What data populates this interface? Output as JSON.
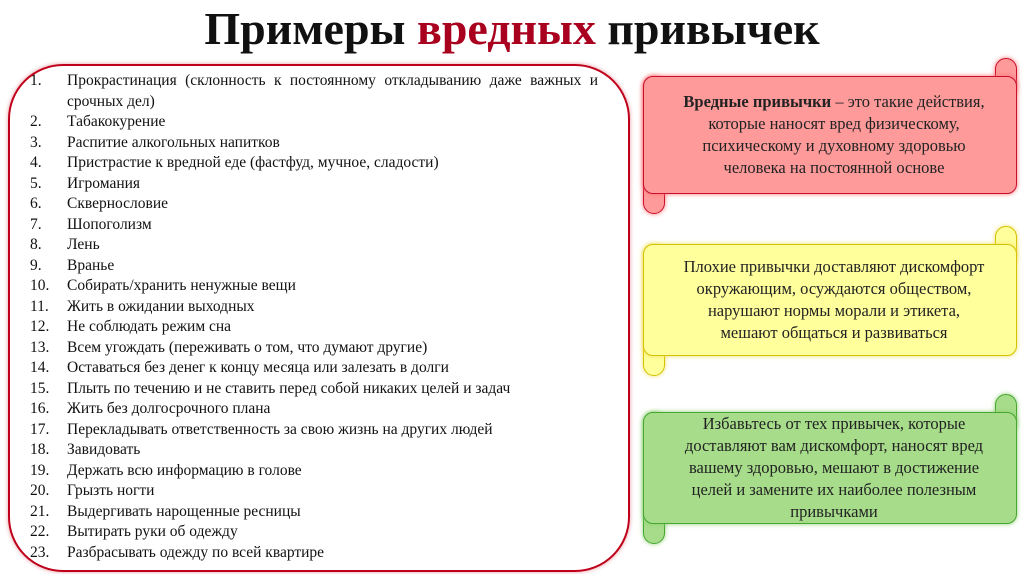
{
  "title": {
    "part1": "Примеры ",
    "accent": "вредных",
    "part2": " привычек"
  },
  "habits": [
    "Прокрастинация (склонность к постоянному откладыванию даже важных и срочных дел)",
    "Табакокурение",
    "Распитие алкогольных напитков",
    "Пристрастие к вредной еде (фастфуд, мучное, сладости)",
    "Игромания",
    "Сквернословие",
    "Шопоголизм",
    "Лень",
    "Вранье",
    "Собирать/хранить ненужные вещи",
    "Жить в ожидании выходных",
    "Не соблюдать режим сна",
    "Всем угождать (переживать о том, что думают другие)",
    "Оставаться без денег к концу месяца или залезать в долги",
    "Плыть по течению и не ставить перед собой никаких целей и задач",
    "Жить без долгосрочного плана",
    "Перекладывать ответственность за свою жизнь на других людей",
    "Завидовать",
    "Держать всю информацию в голове",
    "Грызть ногти",
    "Выдергивать нарощенные ресницы",
    "Вытирать руки об одежду",
    "Разбрасывать одежду по всей квартире"
  ],
  "cards": {
    "red": {
      "bold": "Вредные привычки",
      "text": " – это такие действия, которые наносят вред физическому, психическому и духовному здоровью человека на постоянной основе",
      "color": "#ff9a9a"
    },
    "yellow": {
      "text": "Плохие привычки доставляют дискомфорт окружающим, осуждаются обществом, нарушают нормы морали и этикета, мешают общаться и развиваться",
      "color": "#ffff9c"
    },
    "green": {
      "text": "Избавьтесь от тех привычек, которые доставляют вам дискомфорт, наносят вред вашему здоровью, мешают в достижение целей и замените их наиболее полезным привычками",
      "color": "#a6dc8a"
    }
  }
}
